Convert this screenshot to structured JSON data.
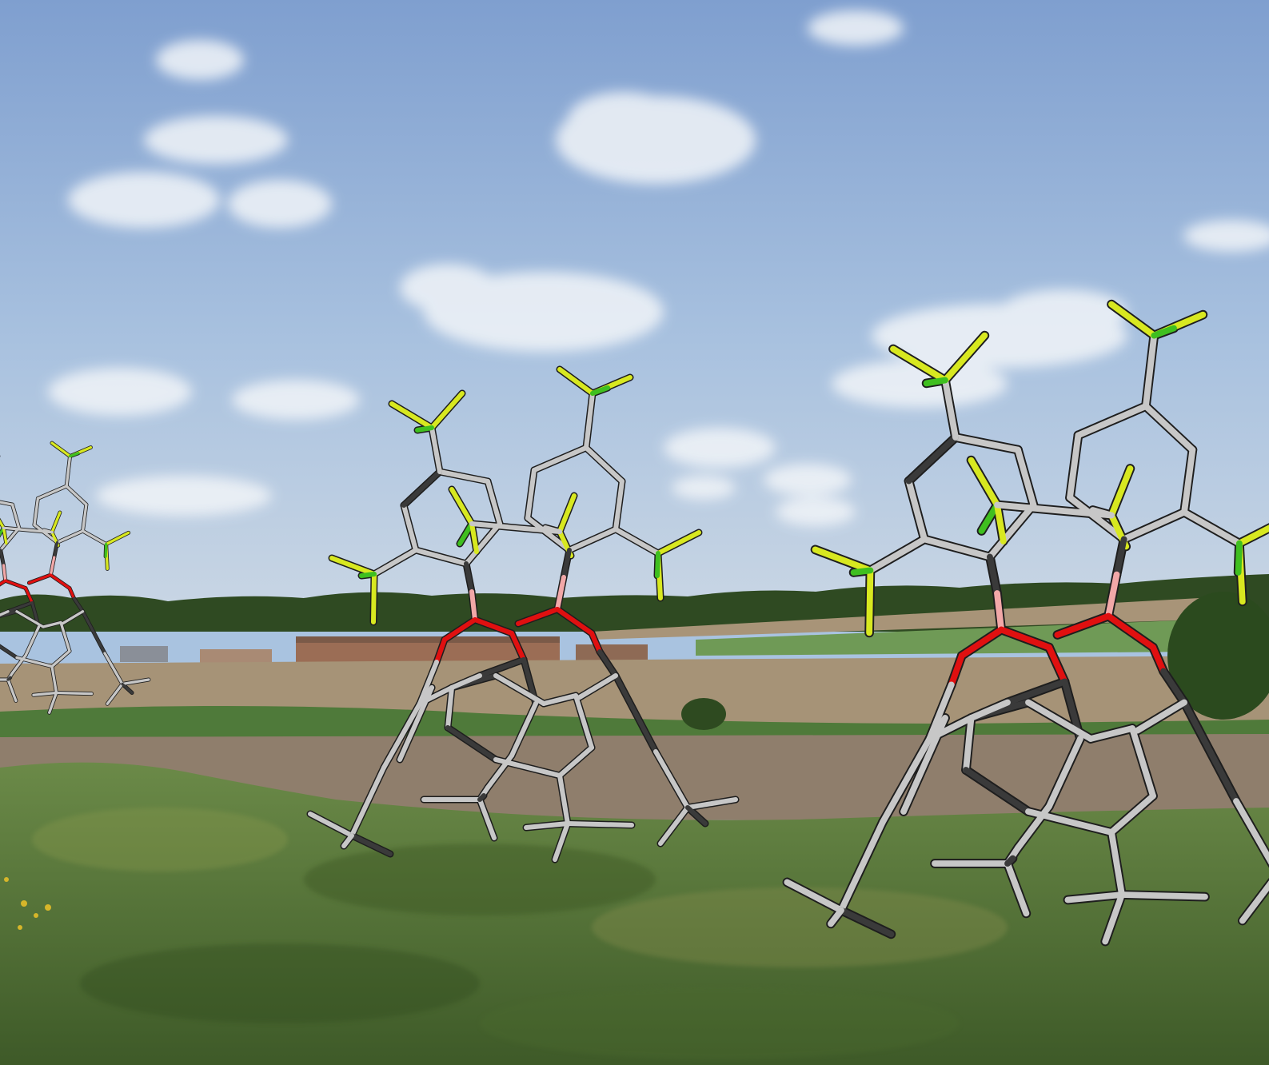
{
  "scene": {
    "sky_top": "#7f9fcf",
    "sky_mid": "#a8c1df",
    "sky_horizon": "#c9d6e4",
    "treeline": "#2f4a22",
    "field_far": "#a89478",
    "field_mid": "#9c8b76",
    "grass_strip": "#4f7a3a",
    "field_near": "#8d7c6a",
    "meadow": "#5d7a3c",
    "meadow_dark": "#3e5a28"
  },
  "atoms": {
    "carbon": "#c7c7c7",
    "carbon_shade": "#3a3a3a",
    "boron": "#f2a8a8",
    "oxygen": "#e01010",
    "fluorine": "#d8e820",
    "fluorine_alt": "#3fbf1f"
  },
  "molecules": [
    {
      "name": "molecule-left",
      "scale": 0.55
    },
    {
      "name": "molecule-center",
      "scale": 1.0
    },
    {
      "name": "molecule-right",
      "scale": 1.3
    }
  ]
}
